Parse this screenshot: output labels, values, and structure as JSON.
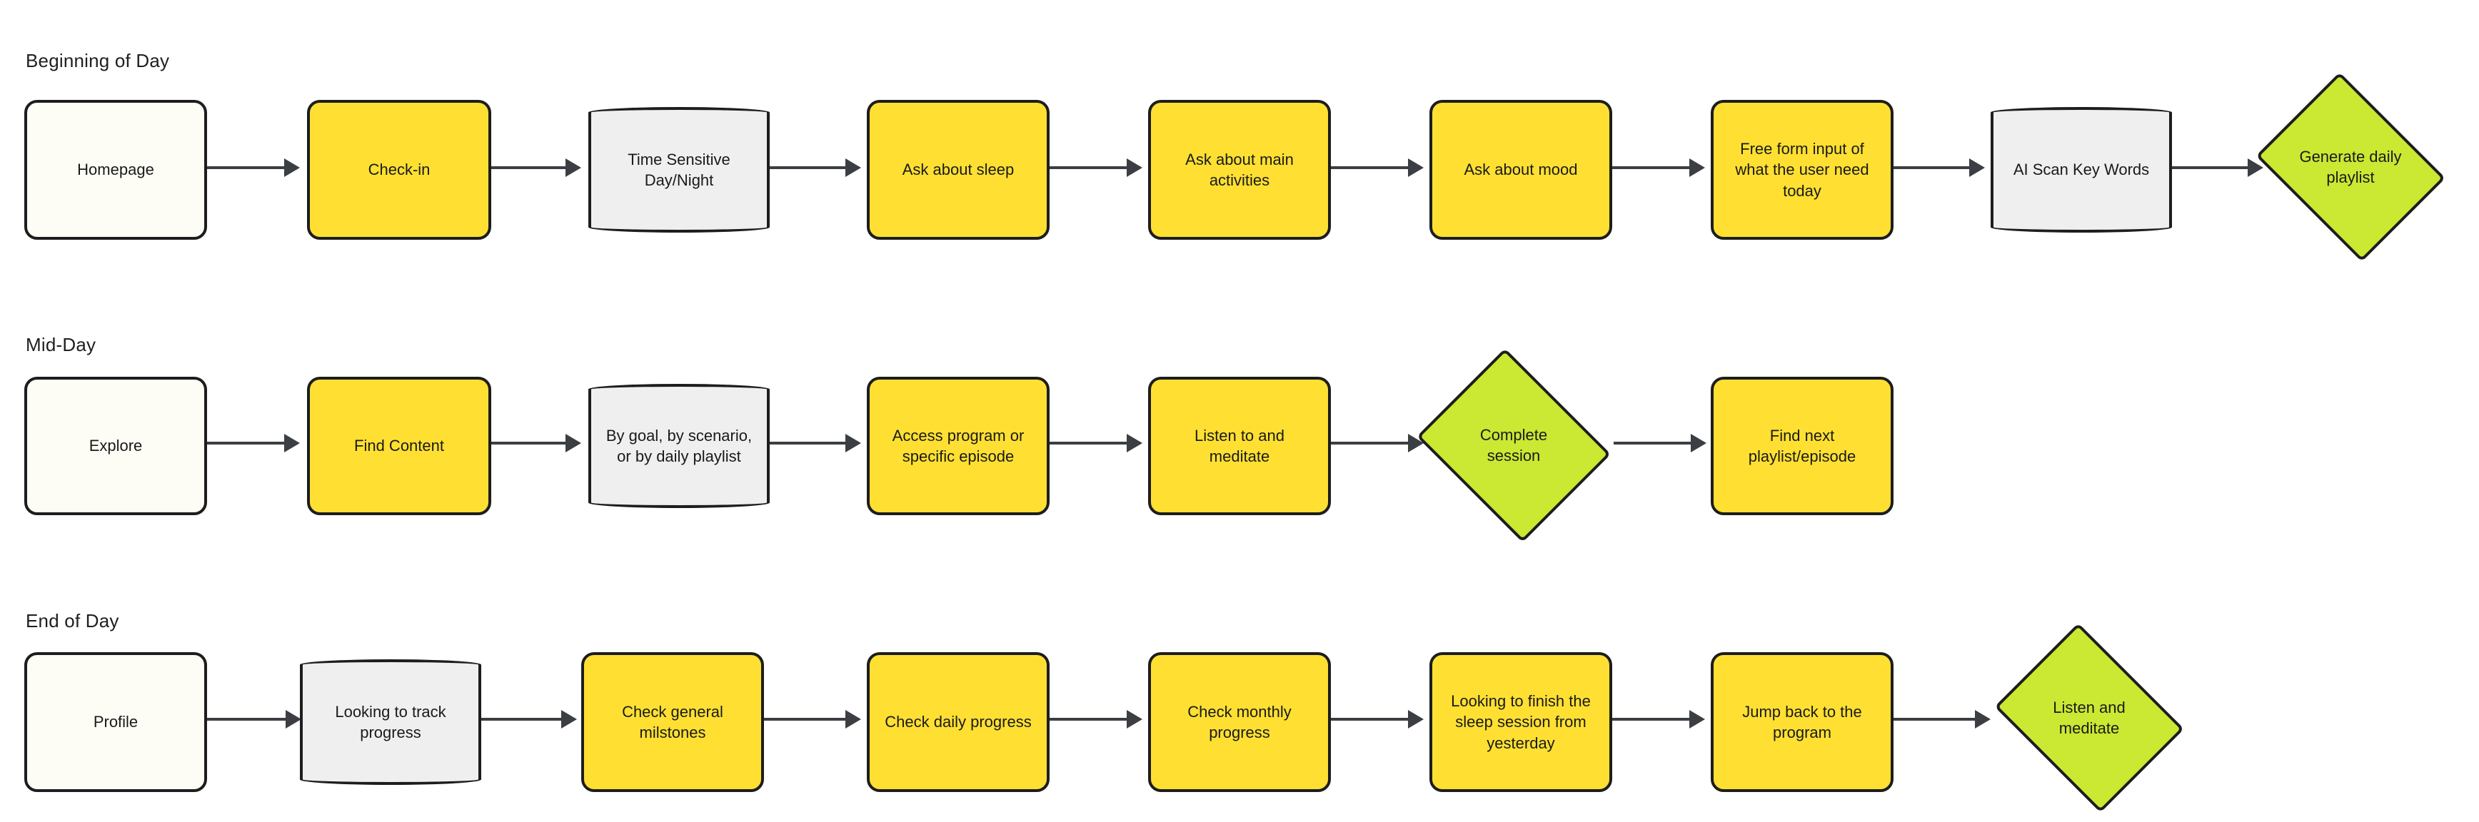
{
  "diagram": {
    "title_hidden": "",
    "colors": {
      "yellow": "#ffe032",
      "green": "#cbe832",
      "gray": "#efefef",
      "white": "#fdfdf6",
      "stroke": "#1d1d1d",
      "edge": "#3b3e42"
    },
    "rows": [
      {
        "band_label": "Beginning of Day",
        "nodes": [
          {
            "id": "homepage",
            "label": "Homepage",
            "shape": "process",
            "fill": "white"
          },
          {
            "id": "check-in",
            "label": "Check-in",
            "shape": "process",
            "fill": "yellow"
          },
          {
            "id": "time-sensitive",
            "label": "Time Sensitive\nDay/Night",
            "shape": "stadium",
            "fill": "gray"
          },
          {
            "id": "ask-sleep",
            "label": "Ask about sleep",
            "shape": "process",
            "fill": "yellow"
          },
          {
            "id": "ask-activities",
            "label": "Ask about main\nactivities",
            "shape": "process",
            "fill": "yellow"
          },
          {
            "id": "ask-mood",
            "label": "Ask about mood",
            "shape": "process",
            "fill": "yellow"
          },
          {
            "id": "free-form",
            "label": "Free form input of\nwhat the user need\ntoday",
            "shape": "process",
            "fill": "yellow"
          },
          {
            "id": "ai-scan",
            "label": "AI Scan Key Words",
            "shape": "stadium",
            "fill": "gray"
          },
          {
            "id": "gen-playlist",
            "label": "Generate daily\nplaylist",
            "shape": "diamond",
            "fill": "green"
          }
        ]
      },
      {
        "band_label": "Mid-Day",
        "nodes": [
          {
            "id": "explore",
            "label": "Explore",
            "shape": "process",
            "fill": "white"
          },
          {
            "id": "find-content",
            "label": "Find Content",
            "shape": "process",
            "fill": "yellow"
          },
          {
            "id": "by-goal",
            "label": "By goal, by scenario,\nor by daily playlist",
            "shape": "stadium",
            "fill": "gray"
          },
          {
            "id": "access-program",
            "label": "Access program or\nspecific episode",
            "shape": "process",
            "fill": "yellow"
          },
          {
            "id": "listen-meditate",
            "label": "Listen to and\nmeditate",
            "shape": "process",
            "fill": "yellow"
          },
          {
            "id": "complete-session",
            "label": "Complete\nsession",
            "shape": "diamond",
            "fill": "green"
          },
          {
            "id": "find-next",
            "label": "Find next\nplaylist/episode",
            "shape": "process",
            "fill": "yellow"
          }
        ]
      },
      {
        "band_label": "End of Day",
        "nodes": [
          {
            "id": "profile",
            "label": "Profile",
            "shape": "process",
            "fill": "white"
          },
          {
            "id": "track-progress",
            "label": "Looking to track\nprogress",
            "shape": "stadium",
            "fill": "gray"
          },
          {
            "id": "general-milstones",
            "label": "Check general\nmilstones",
            "shape": "process",
            "fill": "yellow"
          },
          {
            "id": "daily-progress",
            "label": "Check daily progress",
            "shape": "process",
            "fill": "yellow"
          },
          {
            "id": "monthly-progress",
            "label": "Check monthly\nprogress",
            "shape": "process",
            "fill": "yellow"
          },
          {
            "id": "finish-sleep",
            "label": "Looking to finish the\nsleep session from\nyesterday",
            "shape": "process",
            "fill": "yellow"
          },
          {
            "id": "jump-back",
            "label": "Jump back to the\nprogram",
            "shape": "process",
            "fill": "yellow"
          },
          {
            "id": "listen-and-meditate",
            "label": "Listen and\nmeditate",
            "shape": "diamond",
            "fill": "green"
          }
        ]
      }
    ]
  }
}
